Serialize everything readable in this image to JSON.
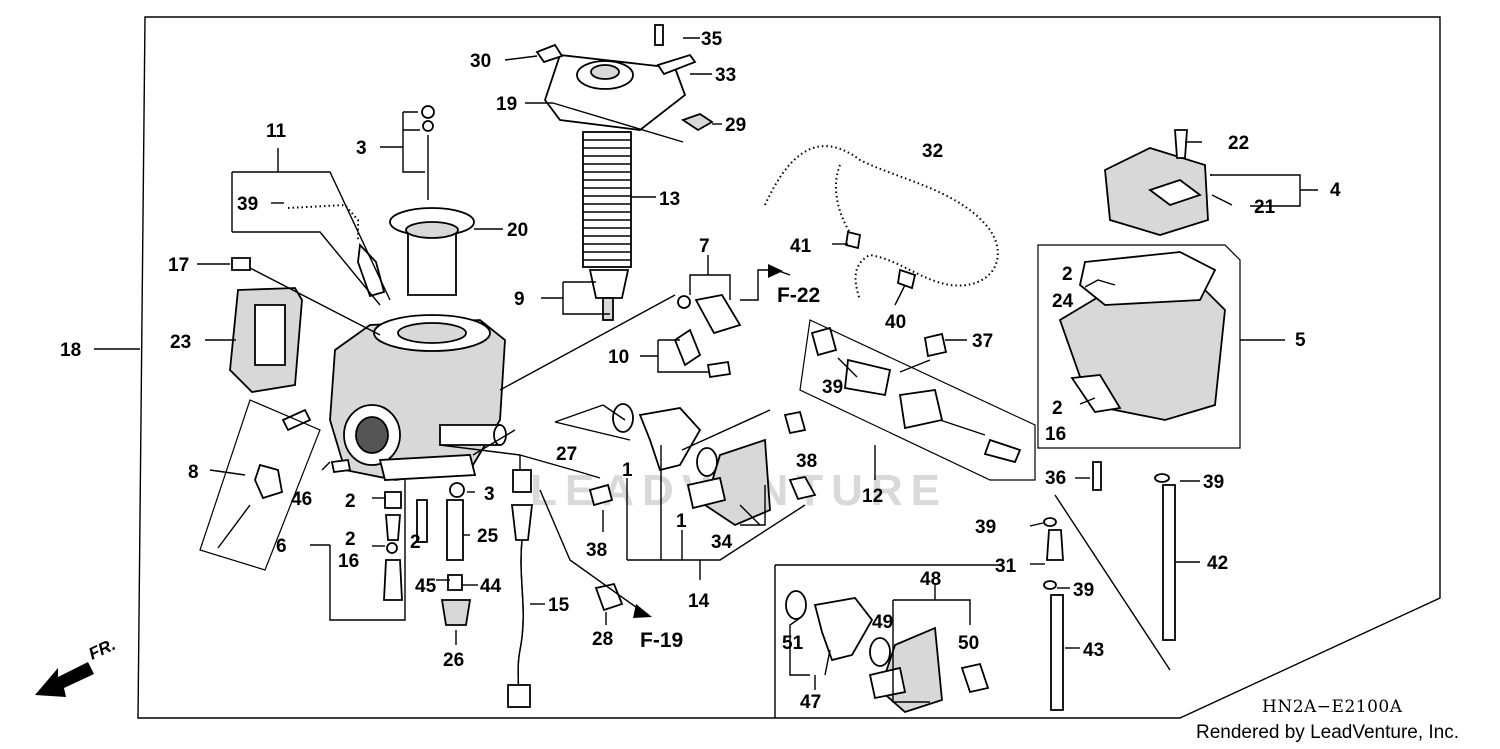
{
  "diagram": {
    "code": "HN2A−E2100A",
    "credit": "Rendered by LeadVenture, Inc.",
    "watermark": "LEADVENTURE",
    "front_label": "FR.",
    "refs": {
      "f22": "F-22",
      "f19": "F-19"
    },
    "callouts": {
      "c1a": "1",
      "c1b": "1",
      "c2a": "2",
      "c2b": "2",
      "c2c": "2",
      "c2d": "2",
      "c2e": "2",
      "c3a": "3",
      "c3b": "3",
      "c4": "4",
      "c5": "5",
      "c6": "6",
      "c7": "7",
      "c8": "8",
      "c9": "9",
      "c10": "10",
      "c11": "11",
      "c12": "12",
      "c13": "13",
      "c14": "14",
      "c15": "15",
      "c16a": "16",
      "c16b": "16",
      "c17": "17",
      "c18": "18",
      "c19": "19",
      "c20": "20",
      "c21": "21",
      "c22": "22",
      "c23": "23",
      "c24": "24",
      "c25": "25",
      "c26": "26",
      "c27": "27",
      "c28": "28",
      "c29": "29",
      "c30": "30",
      "c31": "31",
      "c32": "32",
      "c33": "33",
      "c34": "34",
      "c35": "35",
      "c36": "36",
      "c37": "37",
      "c38a": "38",
      "c38b": "38",
      "c39a": "39",
      "c39b": "39",
      "c39c": "39",
      "c39d": "39",
      "c39e": "39",
      "c40": "40",
      "c41": "41",
      "c42": "42",
      "c43": "43",
      "c44": "44",
      "c45": "45",
      "c46": "46",
      "c47": "47",
      "c48": "48",
      "c49": "49",
      "c50": "50",
      "c51": "51"
    }
  }
}
